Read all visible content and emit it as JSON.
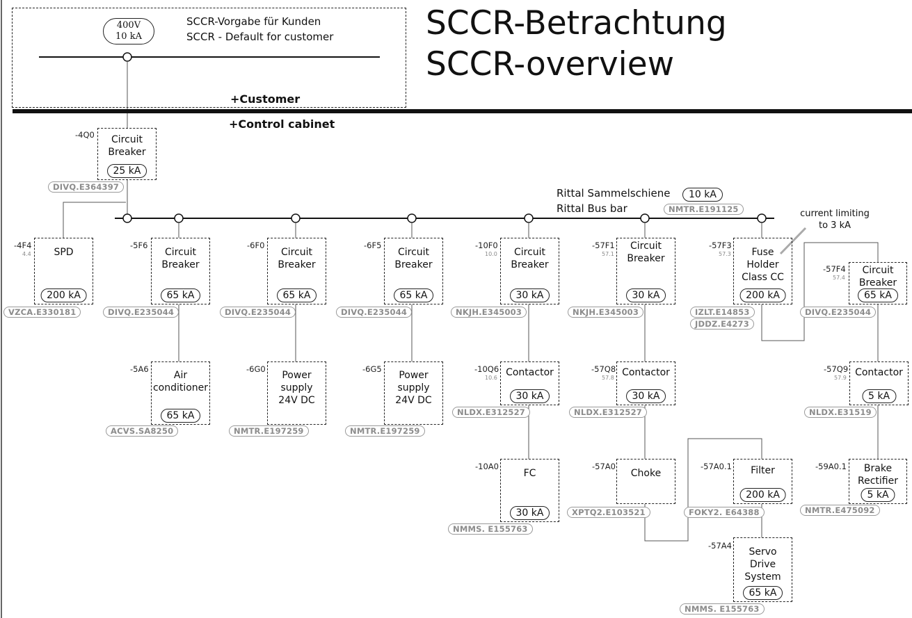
{
  "header": {
    "title_de": "SCCR-Betrachtung",
    "title_en": "SCCR-overview",
    "supply_voltage": "400V",
    "supply_current": "10 kA",
    "default_de": "SCCR-Vorgabe für Kunden",
    "default_en": "SCCR - Default for customer"
  },
  "zones": {
    "customer": "+Customer",
    "control_cabinet": "+Control cabinet"
  },
  "busbar": {
    "name_de": "Rittal Sammelschiene",
    "name_en": "Rittal Bus bar",
    "rating": "10 kA",
    "cert": "NMTR.E191125"
  },
  "note": {
    "text": "current limiting\nto 3 kA"
  },
  "components": [
    {
      "tag": "-4Q0",
      "sub": "",
      "name": "Circuit\nBreaker",
      "rating": "25 kA",
      "cert": "DIVQ.E364397"
    },
    {
      "tag": "-4F4",
      "sub": "4.4",
      "name": "SPD",
      "rating": "200 kA",
      "cert": "VZCA.E330181"
    },
    {
      "tag": "-5F6",
      "sub": "",
      "name": "Circuit\nBreaker",
      "rating": "65 kA",
      "cert": "DIVQ.E235044"
    },
    {
      "tag": "-6F0",
      "sub": "",
      "name": "Circuit\nBreaker",
      "rating": "65 kA",
      "cert": "DIVQ.E235044"
    },
    {
      "tag": "-6F5",
      "sub": "",
      "name": "Circuit\nBreaker",
      "rating": "65 kA",
      "cert": "DIVQ.E235044"
    },
    {
      "tag": "-10F0",
      "sub": "10.0",
      "name": "Circuit\nBreaker",
      "rating": "30 kA",
      "cert": "NKJH.E345003"
    },
    {
      "tag": "-57F1",
      "sub": "57.1",
      "name": "Circuit\nBreaker",
      "rating": "30 kA",
      "cert": "NKJH.E345003"
    },
    {
      "tag": "-57F3",
      "sub": "57.3",
      "name": "Fuse\nHolder\nClass CC",
      "rating": "200 kA",
      "cert": "IZLT.E14853",
      "cert2": "JDDZ.E4273"
    },
    {
      "tag": "-57F4",
      "sub": "57.4",
      "name": "Circuit\nBreaker",
      "rating": "65 kA",
      "cert": "DIVQ.E235044"
    },
    {
      "tag": "-5A6",
      "sub": "",
      "name": "Air\nconditioner",
      "rating": "65 kA",
      "cert": "ACVS.SA8250"
    },
    {
      "tag": "-6G0",
      "sub": "",
      "name": "Power\nsupply\n24V DC",
      "rating": "",
      "cert": "NMTR.E197259"
    },
    {
      "tag": "-6G5",
      "sub": "",
      "name": "Power\nsupply\n24V DC",
      "rating": "",
      "cert": "NMTR.E197259"
    },
    {
      "tag": "-10Q6",
      "sub": "10.6",
      "name": "Contactor",
      "rating": "30 kA",
      "cert": "NLDX.E312527"
    },
    {
      "tag": "-57Q8",
      "sub": "57.8",
      "name": "Contactor",
      "rating": "30 kA",
      "cert": "NLDX.E312527"
    },
    {
      "tag": "-57Q9",
      "sub": "57.9",
      "name": "Contactor",
      "rating": "5 kA",
      "cert": "NLDX.E31519"
    },
    {
      "tag": "-10A0",
      "sub": "",
      "name": "FC",
      "rating": "30 kA",
      "cert": "NMMS. E155763"
    },
    {
      "tag": "-57A0",
      "sub": "",
      "name": "Choke",
      "rating": "",
      "cert": "XPTQ2.E103521"
    },
    {
      "tag": "-57A0.1",
      "sub": "",
      "name": "Filter",
      "rating": "200 kA",
      "cert": "FOKY2. E64388"
    },
    {
      "tag": "-59A0.1",
      "sub": "",
      "name": "Brake\nRectifier",
      "rating": "5 kA",
      "cert": "NMTR.E475092"
    },
    {
      "tag": "-57A4",
      "sub": "",
      "name": "Servo\nDrive\nSystem",
      "rating": "65 kA",
      "cert": "NMMS. E155763"
    }
  ]
}
